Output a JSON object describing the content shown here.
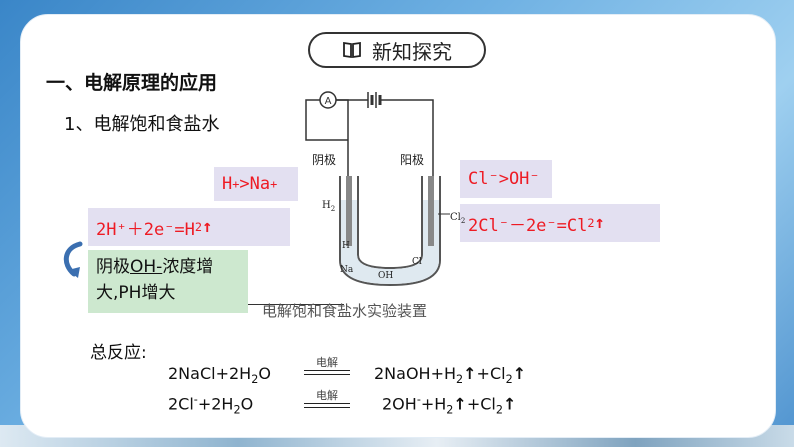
{
  "header": {
    "title": "新知探究",
    "icon": "book-icon"
  },
  "heading": "一、电解原理的应用",
  "subheading": "1、电解饱和食盐水",
  "cathode_side": {
    "order_prefix": "H",
    "order_sup": "+",
    "order_mid": ">Na",
    "order_sup2": "+",
    "reaction_pre": "2H⁺＋2e⁻=H",
    "reaction_sub": "2",
    "reaction_arrow": "↑"
  },
  "anode_side": {
    "order": "Cl⁻>OH⁻",
    "reaction_pre": "2Cl⁻－2e⁻=Cl",
    "reaction_sub": "2",
    "reaction_arrow": "↑"
  },
  "note": {
    "part1": "阴极",
    "part_oh": "OH-",
    "part2": "浓度增",
    "line2": "大,PH增大"
  },
  "apparatus": {
    "caption": "电解饱和食盐水实验装置",
    "cathode_label": "阴极",
    "anode_label": "阳极",
    "ammeter": "A",
    "h2": "H",
    "h2_sub": "2",
    "cl2": "Cl",
    "cl2_sub": "2",
    "h_plus": "H",
    "na_plus": "Na",
    "oh_minus": "OH",
    "cl_minus": "Cl"
  },
  "total": {
    "label": "总反应:",
    "condition": "电解",
    "eq1_left": "2NaCl+2H",
    "eq1_left_sub": "2",
    "eq1_left_end": "O",
    "eq1_right_a": "2NaOH+H",
    "eq1_right_sub1": "2",
    "eq1_right_b": "+Cl",
    "eq1_right_sub2": "2",
    "eq2_left_a": "2Cl",
    "eq2_left_sup": "-",
    "eq2_left_b": "+2H",
    "eq2_left_sub": "2",
    "eq2_left_end": "O",
    "eq2_right_a": "2OH",
    "eq2_right_sup": "-",
    "eq2_right_b": "+H",
    "eq2_right_sub1": "2",
    "eq2_right_c": "+Cl",
    "eq2_right_sub2": "2",
    "arrow": "↑"
  },
  "colors": {
    "red_text": "#ee1b24",
    "box_bg": "#e3e0f1",
    "note_bg": "#cde8cf",
    "arrow_blue": "#3b6fb0"
  }
}
